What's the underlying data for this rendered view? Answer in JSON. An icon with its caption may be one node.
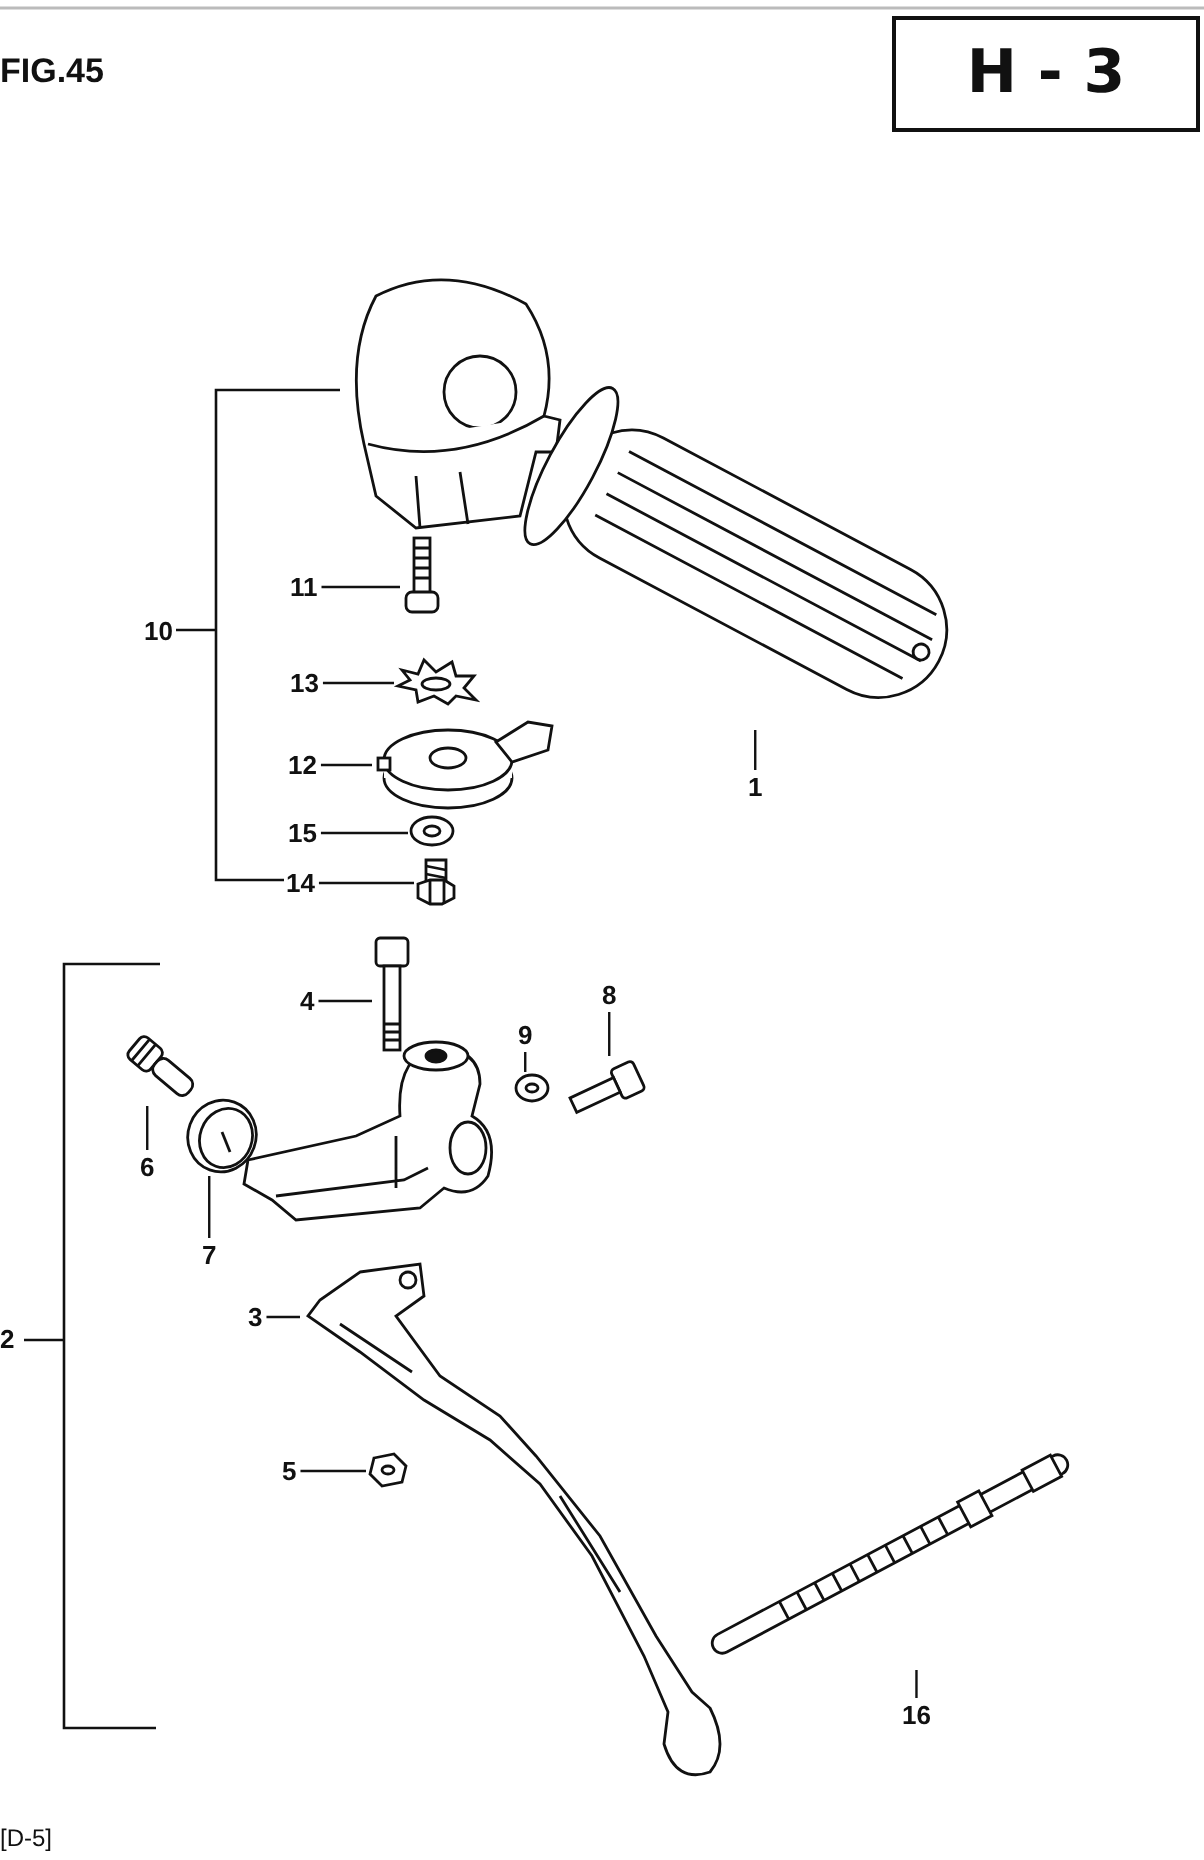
{
  "diagram": {
    "nodes": [
      {
        "text": [
          "H - 3"
        ]
      },
      {
        "text": [
          "11"
        ]
      },
      {
        "text": [
          "13"
        ]
      },
      {
        "text": [
          "1"
        ]
      },
      {
        "text": [
          "12"
        ]
      },
      {
        "text": [
          "15"
        ]
      },
      {
        "text": [
          "14"
        ]
      },
      {
        "text": [
          "4"
        ]
      },
      {
        "text": [
          "8"
        ]
      },
      {
        "text": [
          "9"
        ]
      },
      {
        "text": [
          "6"
        ]
      },
      {
        "text": [
          "7"
        ]
      },
      {
        "text": [
          "3"
        ]
      },
      {
        "text": [
          "5"
        ]
      },
      {
        "text": [
          "16"
        ]
      },
      {
        "text": [],
        "shape": "picture"
      },
      {
        "text": [],
        "shape": "picture"
      },
      {
        "text": [],
        "shape": "picture"
      },
      {
        "text": [],
        "shape": "picture"
      },
      {
        "text": [],
        "shape": "picture"
      },
      {
        "text": [],
        "shape": "picture"
      },
      {
        "text": [],
        "shape": "picture"
      },
      {
        "text": [],
        "shape": "picture"
      },
      {
        "text": [],
        "shape": "picture"
      },
      {
        "text": [],
        "shape": "picture"
      },
      {
        "text": [],
        "shape": "picture"
      },
      {
        "text": [],
        "shape": "picture"
      },
      {
        "text": [],
        "shape": "picture"
      },
      {
        "text": [],
        "shape": "picture"
      }
    ],
    "edges": [
      {
        "from": 1,
        "to": 16,
        "arrow": "none"
      },
      {
        "from": 2,
        "to": 17,
        "arrow": "none"
      },
      {
        "from": 3,
        "to": 15,
        "arrow": "none"
      },
      {
        "from": 4,
        "to": 18,
        "arrow": "none"
      },
      {
        "from": 5,
        "to": 19,
        "arrow": "none"
      },
      {
        "from": 6,
        "to": 20,
        "arrow": "none"
      },
      {
        "from": 7,
        "to": 21,
        "arrow": "none"
      },
      {
        "from": 8,
        "to": 23,
        "arrow": "none"
      },
      {
        "from": 9,
        "to": 24,
        "arrow": "none"
      },
      {
        "from": 10,
        "to": 22,
        "arrow": "none"
      },
      {
        "from": 11,
        "to": 25,
        "arrow": "none"
      },
      {
        "from": 12,
        "to": 26,
        "arrow": "none"
      },
      {
        "from": 13,
        "to": 28,
        "arrow": "none"
      },
      {
        "from": 14,
        "to": 27,
        "arrow": "none"
      }
    ],
    "labels": [
      "FIG.45",
      "10",
      "2",
      "[D-5]"
    ]
  }
}
